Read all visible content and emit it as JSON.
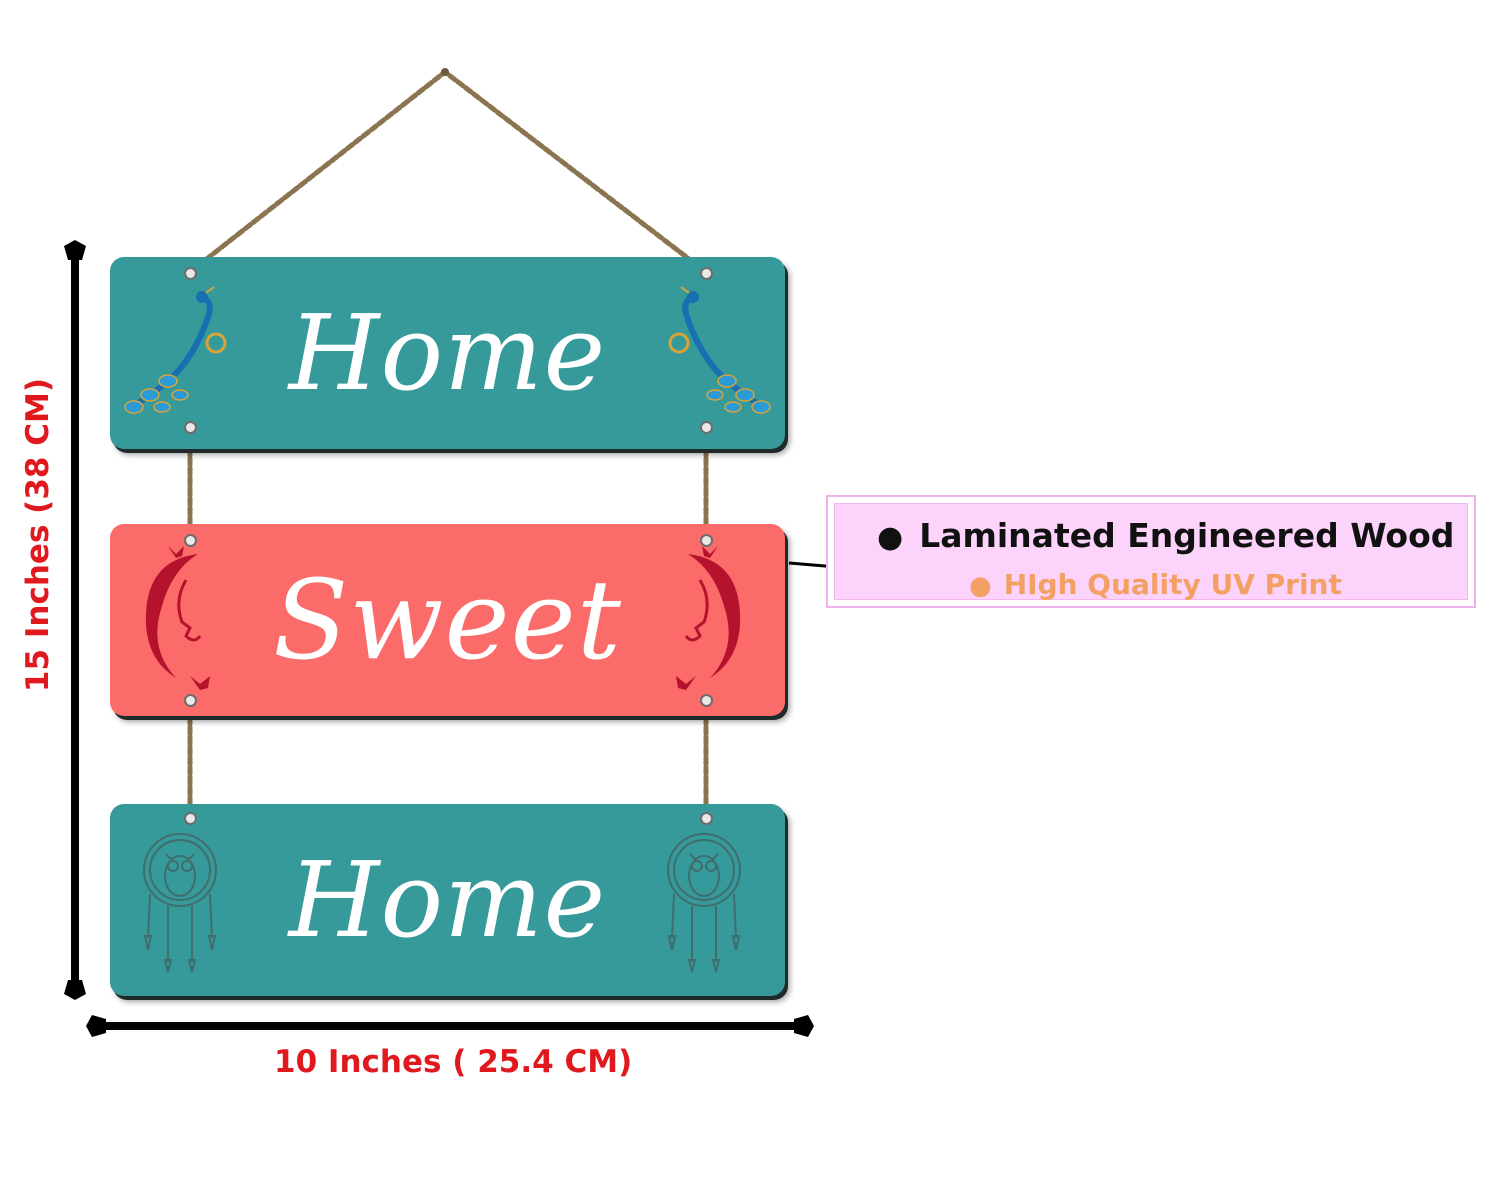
{
  "product": {
    "words": [
      "Home",
      "Sweet",
      "Home"
    ],
    "colors": {
      "teal": "#36999a",
      "coral": "#fb6b69",
      "rope": "#8a7550",
      "dimension_red": "#e0191f",
      "callout_bg": "#fbd3fb",
      "feature_accent": "#f4a064"
    },
    "decorations": [
      "peacock-icon",
      "woman-silhouette-icon",
      "owl-dreamcatcher-icon"
    ]
  },
  "dimensions": {
    "height": "15 Inches (38 CM)",
    "width": "10 Inches ( 25.4 CM)"
  },
  "features": [
    "Laminated Engineered Wood",
    "HIgh Quality UV Print"
  ]
}
